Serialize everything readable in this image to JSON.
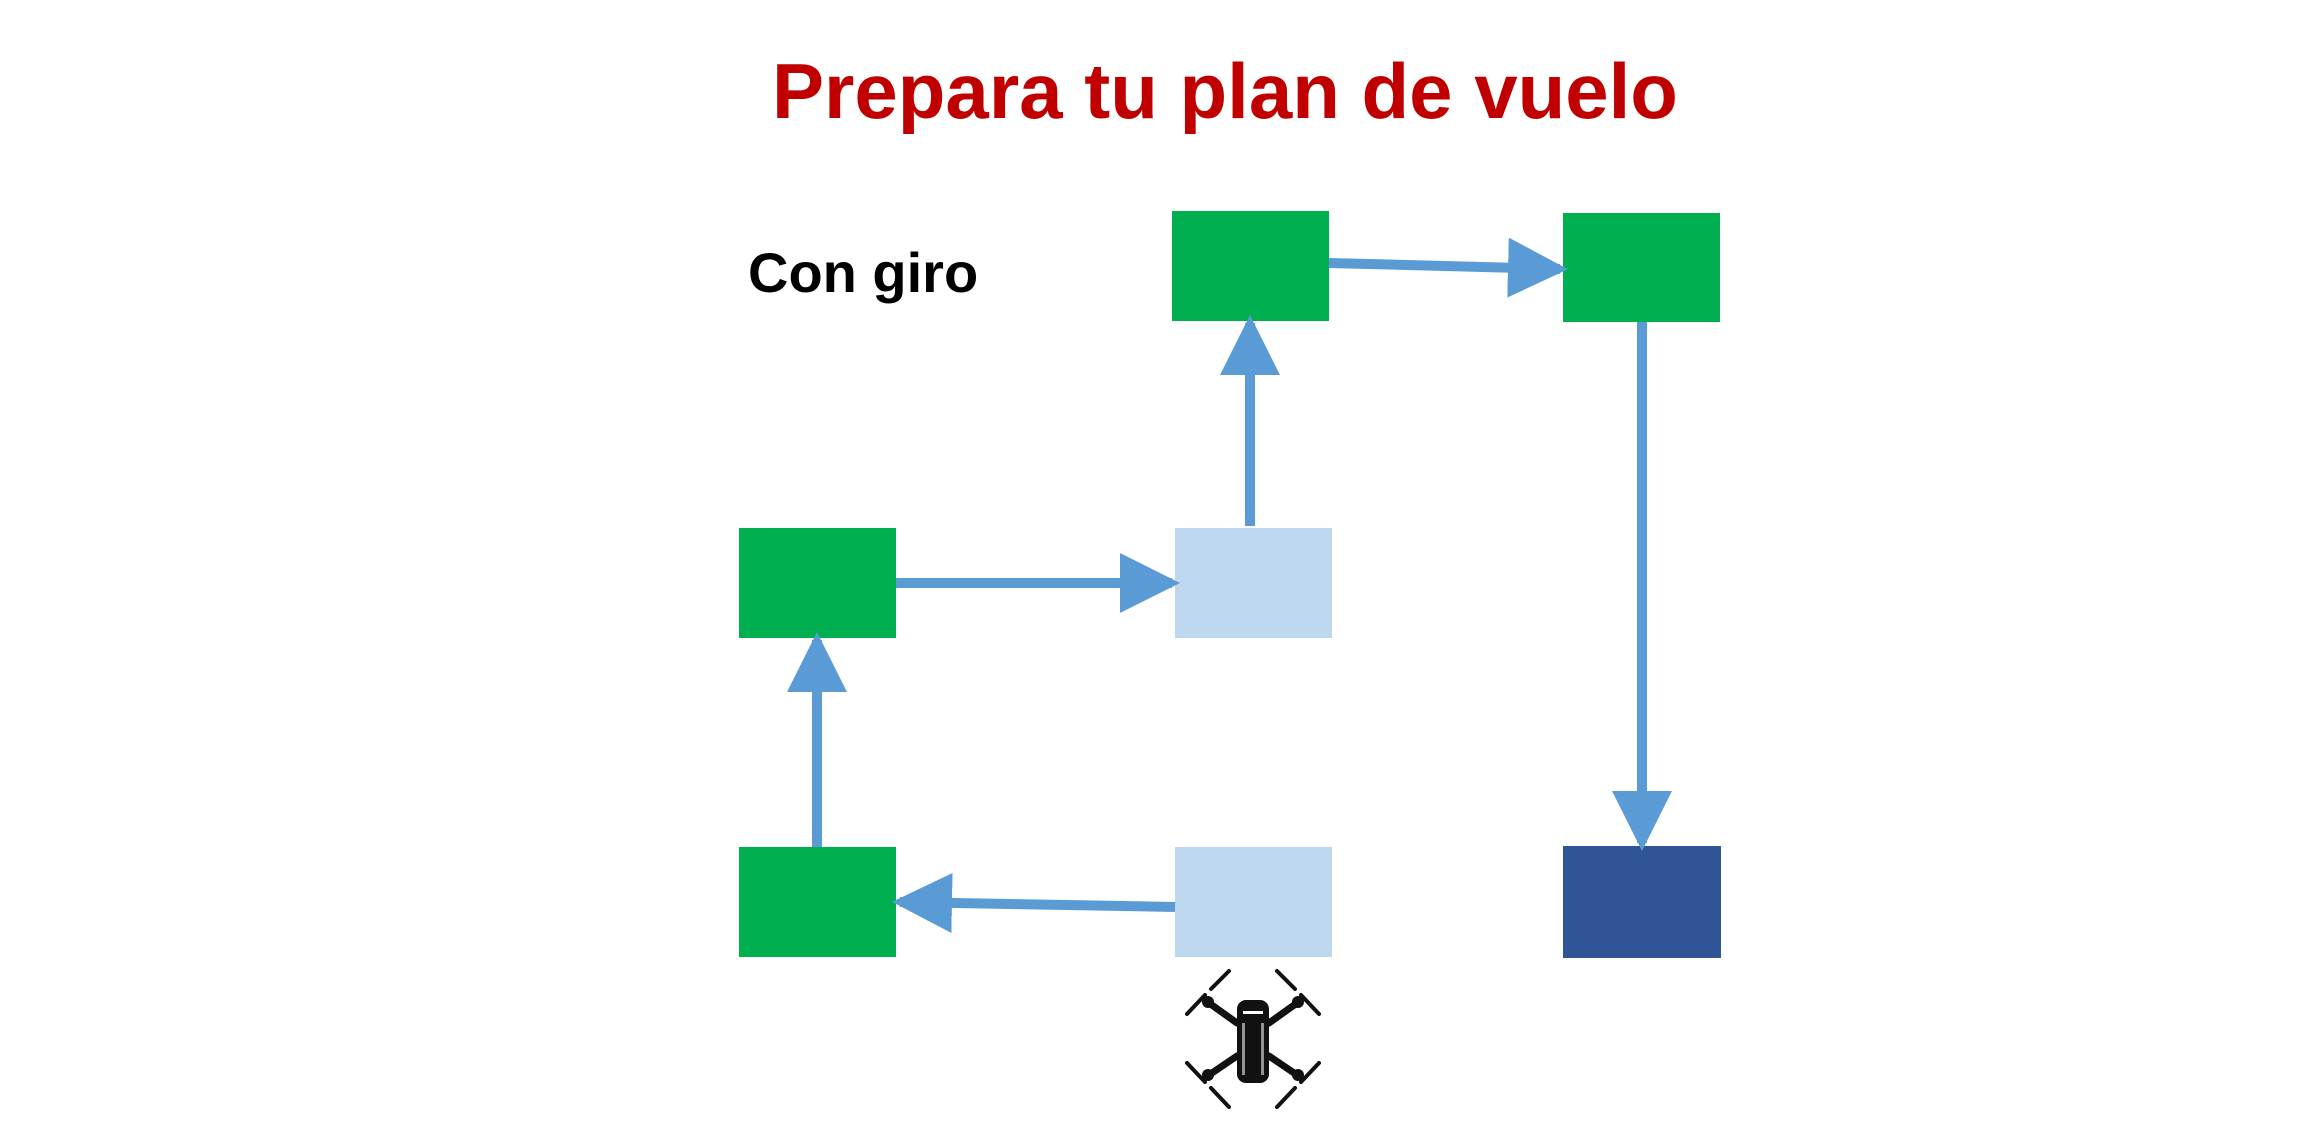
{
  "title": "Prepara tu plan de vuelo",
  "subtitle": "Con giro",
  "colors": {
    "title": "#c00000",
    "waypoint": "#00b050",
    "empty_cell": "#bdd7ee",
    "target": "#2f5597",
    "arrow": "#5b9bd5",
    "drone": "#111111"
  },
  "cells": [
    {
      "id": "top-center",
      "kind": "waypoint"
    },
    {
      "id": "top-right",
      "kind": "waypoint"
    },
    {
      "id": "middle-left",
      "kind": "waypoint"
    },
    {
      "id": "middle-center",
      "kind": "empty"
    },
    {
      "id": "bottom-left",
      "kind": "waypoint"
    },
    {
      "id": "bottom-center",
      "kind": "empty"
    },
    {
      "id": "bottom-right",
      "kind": "target"
    }
  ],
  "path": [
    {
      "from": "bottom-center",
      "to": "bottom-left",
      "direction": "left"
    },
    {
      "from": "bottom-left",
      "to": "middle-left",
      "direction": "up"
    },
    {
      "from": "middle-left",
      "to": "middle-center",
      "direction": "right"
    },
    {
      "from": "middle-center",
      "to": "top-center",
      "direction": "up"
    },
    {
      "from": "top-center",
      "to": "top-right",
      "direction": "right"
    },
    {
      "from": "top-right",
      "to": "bottom-right",
      "direction": "down"
    }
  ],
  "drone_icon": "drone-icon"
}
